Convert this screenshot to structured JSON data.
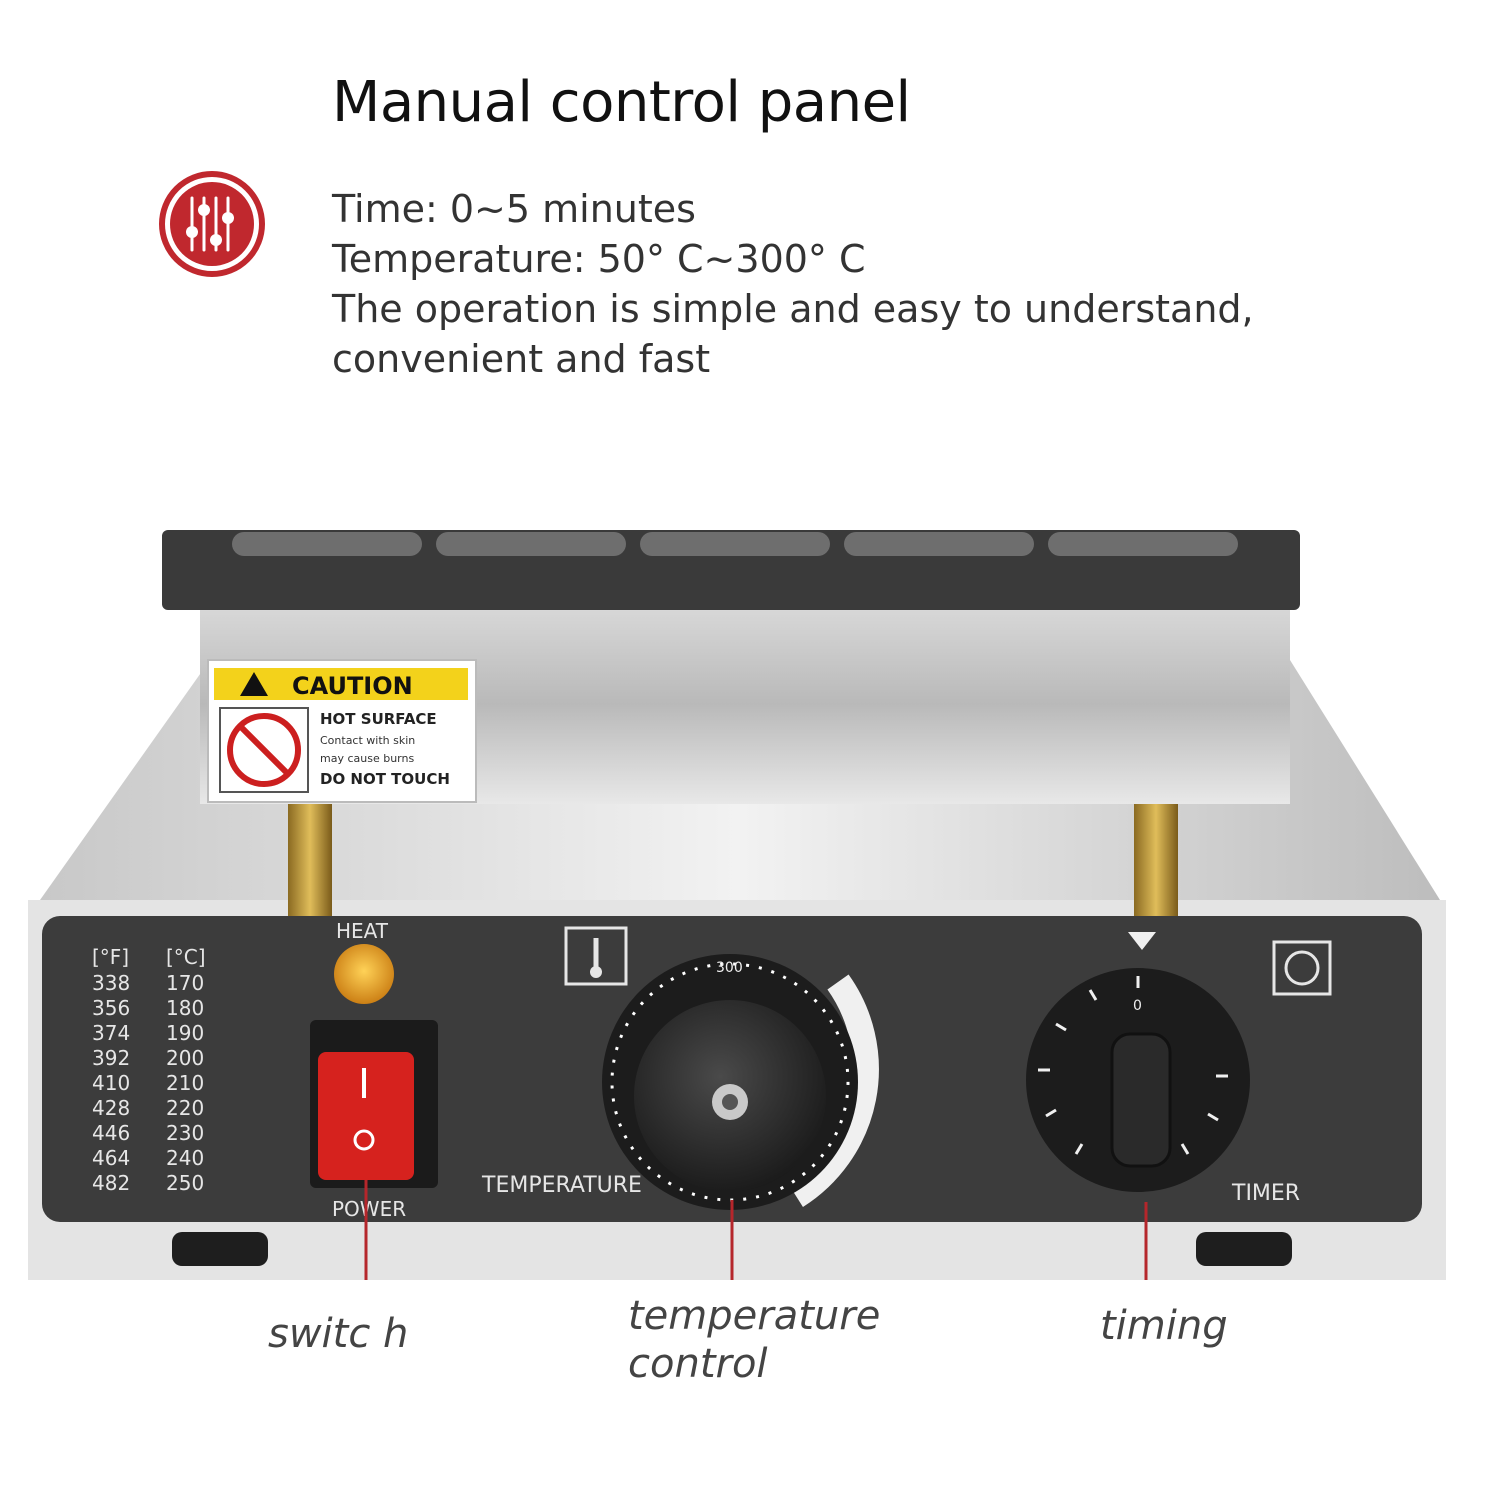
{
  "header": {
    "title": "Manual control panel"
  },
  "specs": {
    "time": "Time: 0~5 minutes",
    "temperature": "Temperature: 50° C~300° C",
    "description": "The operation is simple and easy to understand, convenient and fast"
  },
  "icons": {
    "badge": "control-sliders-icon",
    "badge_color": "#c0282e"
  },
  "caution_label": {
    "heading": "CAUTION",
    "line1": "HOT SURFACE",
    "line2": "Contact with skin",
    "line3": "may cause burns",
    "line4": "DO NOT TOUCH"
  },
  "panel": {
    "heat_label": "HEAT",
    "power_label": "POWER",
    "temperature_label": "TEMPERATURE",
    "timer_label": "TIMER",
    "dial_mark": "300",
    "timer_mark": "0",
    "table_headers": [
      "[°F]",
      "[°C]"
    ],
    "table_rows": [
      [
        "338",
        "170"
      ],
      [
        "356",
        "180"
      ],
      [
        "374",
        "190"
      ],
      [
        "392",
        "200"
      ],
      [
        "410",
        "210"
      ],
      [
        "428",
        "220"
      ],
      [
        "446",
        "230"
      ],
      [
        "464",
        "240"
      ],
      [
        "482",
        "250"
      ]
    ]
  },
  "callouts": {
    "switch": "switc h",
    "temperature_line1": "temperature",
    "temperature_line2": "control",
    "timing": "timing"
  }
}
